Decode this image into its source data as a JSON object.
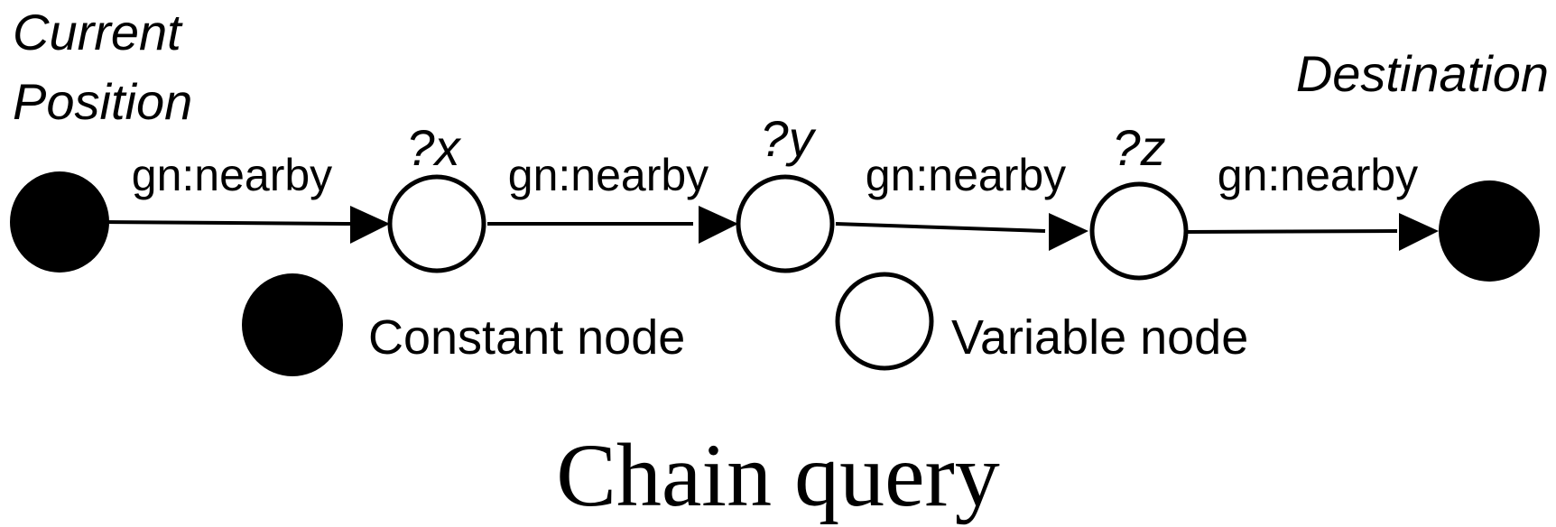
{
  "diagram": {
    "start_label_line1": "Current",
    "start_label_line2": "Position",
    "end_label": "Destination",
    "variables": [
      "?x",
      "?y",
      "?z"
    ],
    "edge_label": "gn:nearby",
    "legend": {
      "constant": "Constant node",
      "variable": "Variable node"
    },
    "title": "Chain query"
  },
  "colors": {
    "constant_fill": "#000000",
    "variable_fill": "#ffffff",
    "stroke": "#000000"
  }
}
